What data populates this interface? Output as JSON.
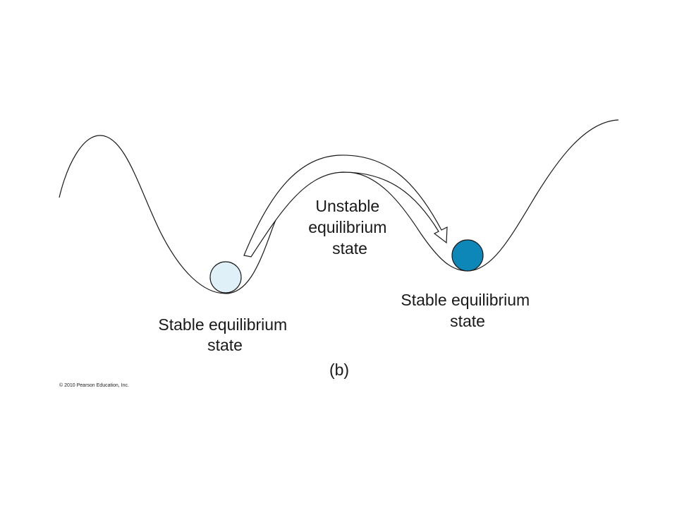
{
  "labels": {
    "unstable": [
      "Unstable",
      "equilibrium",
      "state"
    ],
    "stable_left": [
      "Stable equilibrium",
      "state"
    ],
    "stable_right": [
      "Stable equilibrium",
      "state"
    ],
    "figure_label": "(b)",
    "copyright": "© 2010 Pearson Education, Inc."
  },
  "colors": {
    "terrain_top": "#38a9cf",
    "terrain_mid": "#8cc9e3",
    "terrain_bottom": "#ffffff",
    "ball_left_fill": "#dff0f8",
    "ball_right_fill": "#0d87b8",
    "stroke": "#1a1a1a",
    "arrow_fill": "#ffffff"
  },
  "icons": {
    "ball_left": "light-ball-icon",
    "ball_right": "dark-ball-icon",
    "arrow": "curved-arrow-icon"
  }
}
